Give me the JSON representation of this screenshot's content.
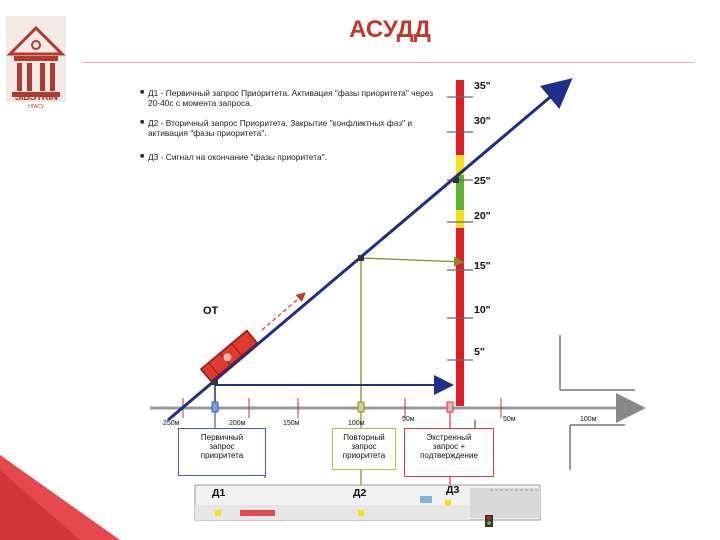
{
  "slide": {
    "title": "АСУДД",
    "logo_text": "SIBSTRIN",
    "logo_subtext": "НГАСУ"
  },
  "notes": [
    "Д1 - Первичный запрос Приоритета. Активация \"фазы приоритета\" через 20-40с с момента запроса.",
    "Д2 - Вторичный запрос Приоритета. Закрытие \"конфликтных фаз\" и активация \"фазы приоритета\".",
    "Д3 - Сигнал на окончание \"фазы приоритета\"."
  ],
  "vehicle_label": "ОТ",
  "time_ticks": [
    "35\"",
    "30\"",
    "25\"",
    "20\"",
    "15\"",
    "10\"",
    "5\""
  ],
  "distance_labels": [
    "250м",
    "200м",
    "150м",
    "100м",
    "50м",
    "50м",
    "100м"
  ],
  "boxes": {
    "primary": [
      "Первичный",
      "запрос",
      "приоритета"
    ],
    "repeat": [
      "Повторный",
      "запрос",
      "приоритета"
    ],
    "emergency": [
      "Экстренный",
      "запрос +",
      "подтверждение"
    ]
  },
  "detectors": [
    "Д1",
    "Д2",
    "Д3"
  ],
  "colors": {
    "title": "#c0392b",
    "signal_red": "#e31b23",
    "signal_green": "#5cb531",
    "signal_yellow": "#f5e11b",
    "trajectory": "#1f2e8a",
    "guide_olive": "#8a8a1e",
    "box_blue": "#3f5bbd",
    "box_green": "#a8c84c",
    "box_red": "#d93a3a"
  }
}
